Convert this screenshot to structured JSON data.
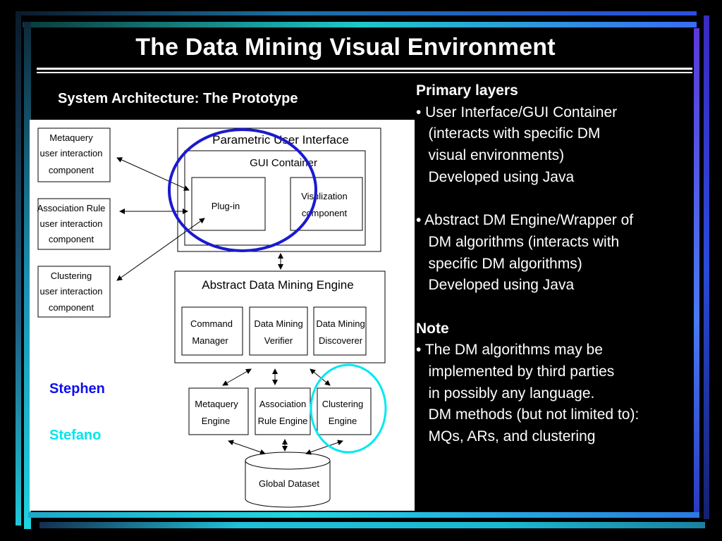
{
  "slide": {
    "title": "The Data Mining Visual Environment",
    "subtitle": "System Architecture: The Prototype",
    "accent_colors": {
      "teal": "#1fd4d4",
      "blue": "#2a5cf0",
      "purple": "#7a4bd8"
    }
  },
  "authors": [
    {
      "name": "Stephen",
      "color": "#1010f0"
    },
    {
      "name": "Stefano",
      "color": "#00e5ee"
    }
  ],
  "diagram": {
    "left_boxes": [
      [
        "Metaquery",
        "user interaction",
        "component"
      ],
      [
        "Association Rule",
        "user interaction",
        "component"
      ],
      [
        "Clustering",
        "user interaction",
        "component"
      ]
    ],
    "parametric_ui_label": "Parametric User Interface",
    "gui_container_label": "GUI Container",
    "plugin_label": "Plug-in",
    "visualization_label": [
      "Visulization",
      "component"
    ],
    "engine_label": "Abstract Data Mining Engine",
    "engine_modules": [
      [
        "Command",
        "Manager"
      ],
      [
        "Data Mining",
        "Verifier"
      ],
      [
        "Data Mining",
        "Discoverer"
      ]
    ],
    "algorithm_engines": [
      [
        "Metaquery",
        "Engine"
      ],
      [
        "Association",
        "Rule Engine"
      ],
      [
        "Clustering",
        "Engine"
      ]
    ],
    "dataset_label": "Global Dataset",
    "highlight_colors": {
      "blue_circle": "#1a1ad0",
      "cyan_circle": "#00e8f0"
    }
  },
  "right_text": {
    "lines": [
      {
        "text": "Primary layers",
        "bold": true
      },
      {
        "text": "• User Interface/GUI Container"
      },
      {
        "text": "   (interacts with specific DM"
      },
      {
        "text": "   visual environments)"
      },
      {
        "text": "   Developed using Java"
      },
      {
        "text": ""
      },
      {
        "text": "• Abstract DM Engine/Wrapper of"
      },
      {
        "text": "   DM algorithms (interacts with"
      },
      {
        "text": "   specific DM algorithms)"
      },
      {
        "text": "   Developed using Java"
      },
      {
        "text": ""
      },
      {
        "text": "Note",
        "bold": true
      },
      {
        "text": "• The DM algorithms may be"
      },
      {
        "text": "   implemented by third parties"
      },
      {
        "text": "   in possibly any language."
      },
      {
        "text": "   DM methods (but not limited to):"
      },
      {
        "text": "   MQs, ARs, and clustering"
      }
    ]
  }
}
